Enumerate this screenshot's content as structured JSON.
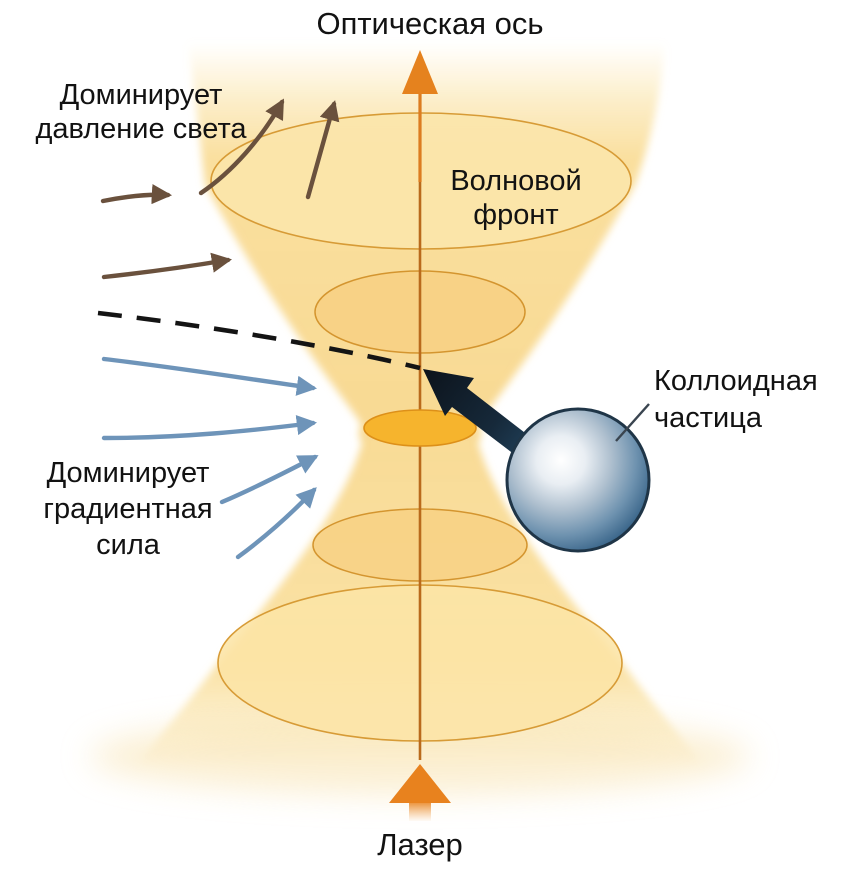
{
  "diagram": {
    "subject": "optical-trap-on-colloidal-particle",
    "labels": {
      "optical_axis": "Оптическая ось",
      "pressure_dominates": "Доминирует давление света",
      "wavefront": "Волновой фронт",
      "colloidal_particle": "Коллоидная частица",
      "gradient_force_dominates": "Доминирует градиентная сила",
      "laser": "Лазер"
    },
    "elements": {
      "beam_shape": "hourglass cone of focused laser light with soft faded top and bottom edges",
      "wavefront_ellipses_count": 4,
      "focus_waist_ellipse": "small bright amber ellipse at beam waist",
      "scattering_arrows": "4 brown curved arrows bending upward along upper cone",
      "gradient_arrows": "4 blue curved arrows converging toward beam waist",
      "trajectory": "black dashed curve from left toward focus",
      "momentum_arrow": "thick navy-to-black arrow from particle toward focus",
      "particle": "glossy blue-grey sphere with white highlight",
      "axis_arrow": "orange upward arrow at top of optical axis",
      "laser_arrow": "bold orange upward arrow at bottom"
    },
    "colors": {
      "beam_body": "#F8D88E",
      "beam_face_light": "#FBE5AA",
      "beam_face_mid": "#F7D084",
      "beam_outline": "#D4952F",
      "focus_fill": "#F6B42D",
      "focus_outline": "#DD9019",
      "axis_line": "#B96A1C",
      "axis_arrow_orange": "#E5821E",
      "laser_arrow_orange": "#E8821E",
      "scatter_arrow_brown": "#6A513D",
      "gradient_arrow_blue": "#6E94B9",
      "particle_rim": "#1F3547",
      "particle_dark": "#234C6E",
      "momentum_arrow_dark": "#0C131B",
      "trajectory_black": "#141414",
      "text": "#121212"
    }
  }
}
